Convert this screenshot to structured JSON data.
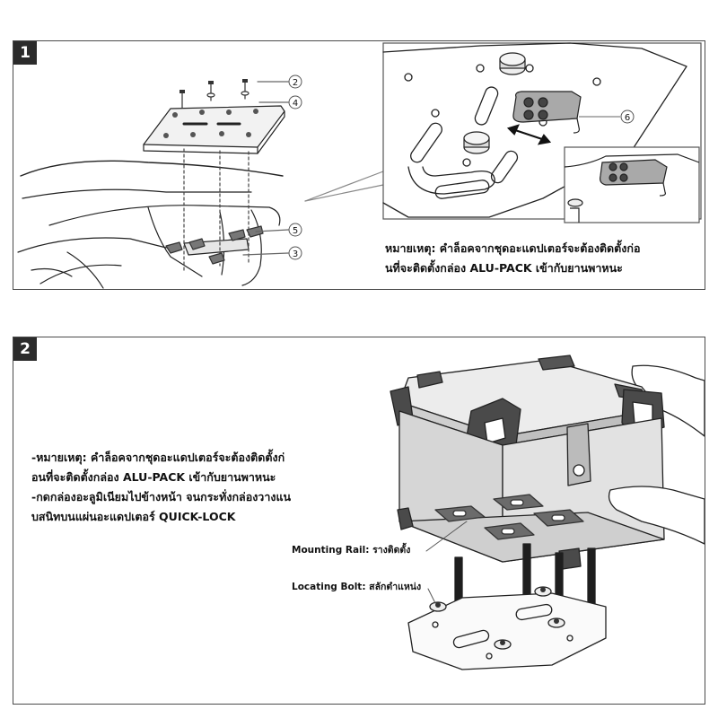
{
  "steps": [
    {
      "number": "1",
      "callouts": [
        "2",
        "4",
        "5",
        "3",
        "6"
      ],
      "note_lines": [
        "หมายเหตุ: คำล็อคจากชุดอะแดปเตอร์จะต้องติดตั้งก่อ",
        "นที่จะติดตั้งกล่อง ALU-PACK เข้ากับยานพาหนะ"
      ]
    },
    {
      "number": "2",
      "note_lines": [
        "-หมายเหตุ: คำล็อคจากชุดอะแดปเตอร์จะต้องติดตั้งก่",
        "อนที่จะติดตั้งกล่อง ALU-PACK เข้ากับยานพาหนะ",
        "-กดกล่องอะลูมิเนียมไปข้างหน้า จนกระทั่งกล่องวางแน",
        "บสนิทบนแผ่นอะแดปเตอร์ QUICK-LOCK"
      ],
      "labels": {
        "mounting_rail": "Mounting Rail: รางติดตั้ง",
        "locating_bolt": "Locating Bolt: สลักตำแหน่ง"
      }
    }
  ]
}
